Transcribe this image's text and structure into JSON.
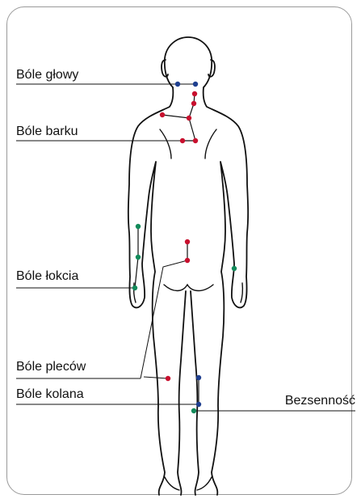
{
  "labels": {
    "headache": "Bóle głowy",
    "shoulder": "Bóle barku",
    "elbow": "Bóle łokcia",
    "back": "Bóle pleców",
    "knee": "Bóle kolana",
    "insomnia": "Bezsenność"
  },
  "colors": {
    "red": "#c8102e",
    "blue": "#1f3f8f",
    "green": "#128a5a",
    "frame": "#9a9a9a",
    "line": "#111111"
  },
  "icons": {
    "point_red": "red-dot",
    "point_blue": "blue-dot",
    "point_green": "green-dot"
  }
}
